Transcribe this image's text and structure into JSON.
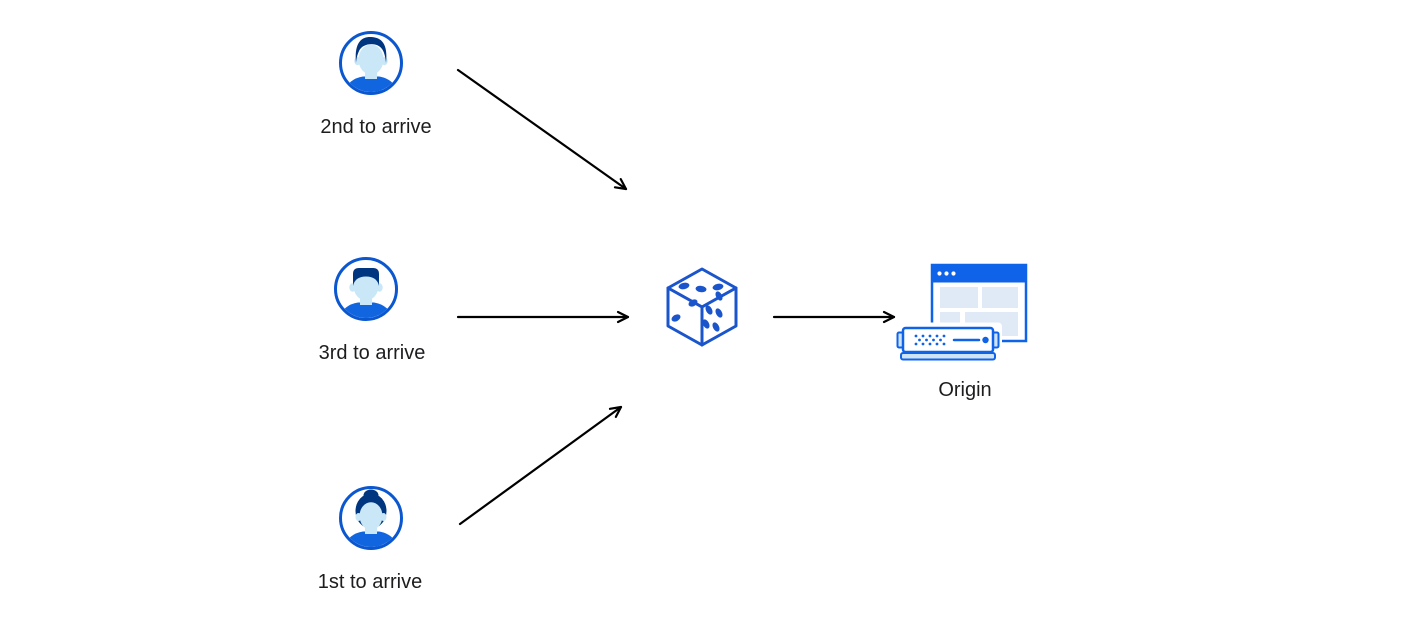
{
  "diagram": {
    "clients": [
      {
        "id": "second",
        "label": "2nd to arrive",
        "avatar": "man-side-swept-hair"
      },
      {
        "id": "third",
        "label": "3rd to arrive",
        "avatar": "man-short-flat-hair"
      },
      {
        "id": "first",
        "label": "1st to arrive",
        "avatar": "woman-hair-bun"
      }
    ],
    "selector": {
      "icon": "dice",
      "pips": {
        "top_face": 3,
        "left_face": 2,
        "right_face": 5
      }
    },
    "origin": {
      "label": "Origin",
      "icon": "browser-window-with-server"
    },
    "flows": [
      {
        "from": "2nd to arrive",
        "to": "dice"
      },
      {
        "from": "3rd to arrive",
        "to": "dice"
      },
      {
        "from": "1st to arrive",
        "to": "dice"
      },
      {
        "from": "dice",
        "to": "Origin"
      }
    ],
    "colors": {
      "background": "#ffffff",
      "icon_blue": "#0b57d0",
      "bright_blue": "#0e63e8",
      "hair_navy": "#003580",
      "skin_light_blue": "#c9e7f7",
      "shirt_blue": "#1166e0",
      "panel_light_blue": "#dfeaf6",
      "server_base_blue": "#cfe3f6",
      "arrow_black": "#000000",
      "text": "#1d1d1f"
    }
  }
}
